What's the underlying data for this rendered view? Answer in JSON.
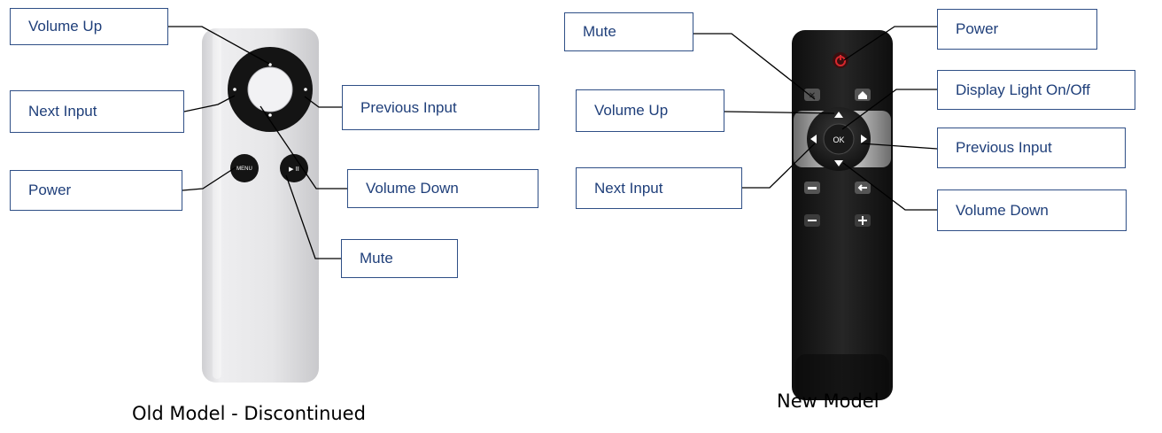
{
  "old_model": {
    "caption": "Old Model - Discontinued",
    "buttons": {
      "menu": "MENU",
      "play_pause": "▶ II"
    },
    "labels": {
      "volume_up": "Volume Up",
      "next_input": "Next Input",
      "previous_input": "Previous Input",
      "power": "Power",
      "volume_down": "Volume Down",
      "mute": "Mute"
    }
  },
  "new_model": {
    "caption": "New Model",
    "buttons": {
      "ok": "OK"
    },
    "labels": {
      "mute": "Mute",
      "power": "Power",
      "display_light": "Display Light On/Off",
      "volume_up": "Volume Up",
      "previous_input": "Previous Input",
      "next_input": "Next Input",
      "volume_down": "Volume Down"
    }
  },
  "colors": {
    "callout_border": "#2f4f86",
    "callout_text": "#1f3f7a",
    "leader_line": "#000000",
    "old_remote_body": "#e8e8ea",
    "new_remote_body": "#1c1c1c",
    "power_button": "#c0282c"
  }
}
